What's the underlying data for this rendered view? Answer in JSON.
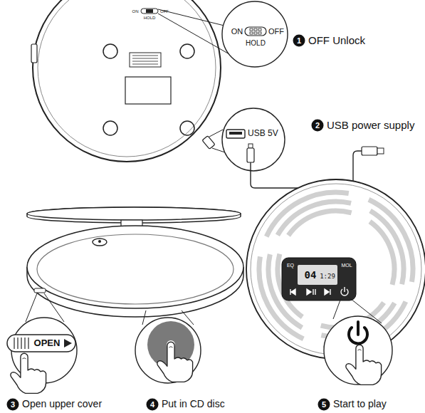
{
  "diagram": {
    "labels": [
      "ON",
      "OFF",
      "HOLD",
      "ON",
      "OFF",
      "HOLD",
      "1",
      "OFF Unlock",
      "USB 5V",
      "2",
      "USB power supply",
      "OPEN",
      "EQ",
      "MOL",
      "04",
      "1:29",
      "3",
      "Open upper cover",
      "4",
      "Put in CD disc",
      "5",
      "Start to play"
    ]
  }
}
